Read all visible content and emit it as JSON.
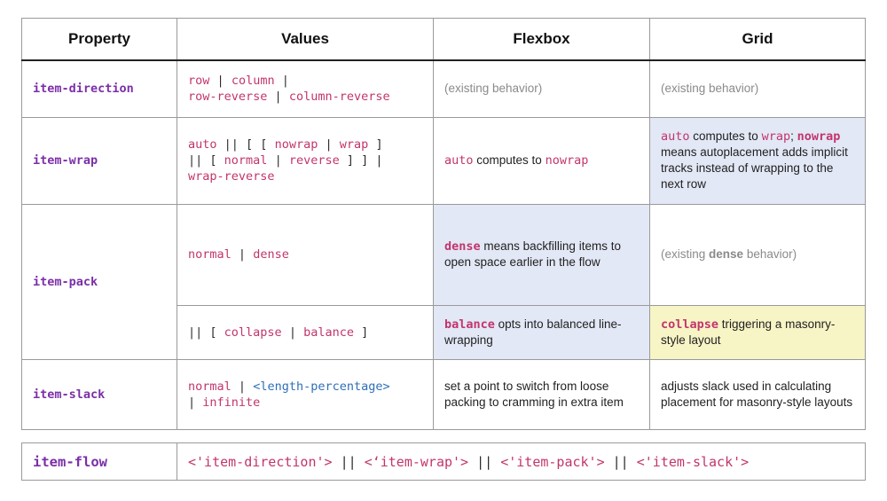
{
  "headers": {
    "property": "Property",
    "values": "Values",
    "flexbox": "Flexbox",
    "grid": "Grid"
  },
  "rows": {
    "direction": {
      "property": "item-direction",
      "values": {
        "v1": "row",
        "s1": "|",
        "v2": "column",
        "s2": "|",
        "v3": "row-reverse",
        "s3": "|",
        "v4": "column-reverse"
      },
      "flexbox": "(existing behavior)",
      "grid": "(existing behavior)"
    },
    "wrap": {
      "property": "item-wrap",
      "values": {
        "v1": "auto",
        "s1": "|| [ [",
        "v2": "nowrap",
        "s2": "|",
        "v3": "wrap",
        "s3": "]",
        "s4": "|| [",
        "v4": "normal",
        "s5": "|",
        "v5": "reverse",
        "s6": "] ] |",
        "v6": "wrap-reverse"
      },
      "flexbox": {
        "k1": "auto",
        "t1": " computes to ",
        "k2": "nowrap"
      },
      "grid": {
        "k1": "auto",
        "t1": " computes to ",
        "k2": "wrap",
        "t2": "; ",
        "k3": "nowrap",
        "t3": " means autoplacement adds implicit tracks instead of wrapping to the next row"
      }
    },
    "pack_dense": {
      "property": "item-pack",
      "values": {
        "v1": "normal",
        "s1": "|",
        "v2": "dense"
      },
      "flexbox": {
        "k1": "dense",
        "t1": " means backfilling items to open space earlier in the flow"
      },
      "grid": {
        "t1": "(existing ",
        "k1": "dense",
        "t2": " behavior)"
      }
    },
    "pack_balance": {
      "values": {
        "s1": "|| [",
        "v1": "collapse",
        "s2": "|",
        "v2": "balance",
        "s3": "]"
      },
      "flexbox": {
        "k1": "balance",
        "t1": " opts into balanced line-wrapping"
      },
      "grid": {
        "k1": "collapse",
        "t1": " triggering a masonry-style layout"
      }
    },
    "slack": {
      "property": "item-slack",
      "values": {
        "v1": "normal",
        "s1": "|",
        "v2": "<length-percentage>",
        "s2": "|",
        "v3": "infinite"
      },
      "flexbox": "set a point to switch from loose packing to cramming in extra item",
      "grid": "adjusts slack used in calculating placement for masonry-style layouts"
    }
  },
  "flow": {
    "property": "item-flow",
    "parts": [
      "<'item-direction'>",
      "||",
      "<‘item-wrap'>",
      "||",
      "<'item-pack'>",
      "||",
      "<'item-slack'>"
    ]
  },
  "colors": {
    "keyword": "#c2356c",
    "property": "#7b2fa8",
    "type": "#2e6fb8",
    "highlight_blue": "#e3e8f6",
    "highlight_yellow": "#f7f4c6"
  }
}
